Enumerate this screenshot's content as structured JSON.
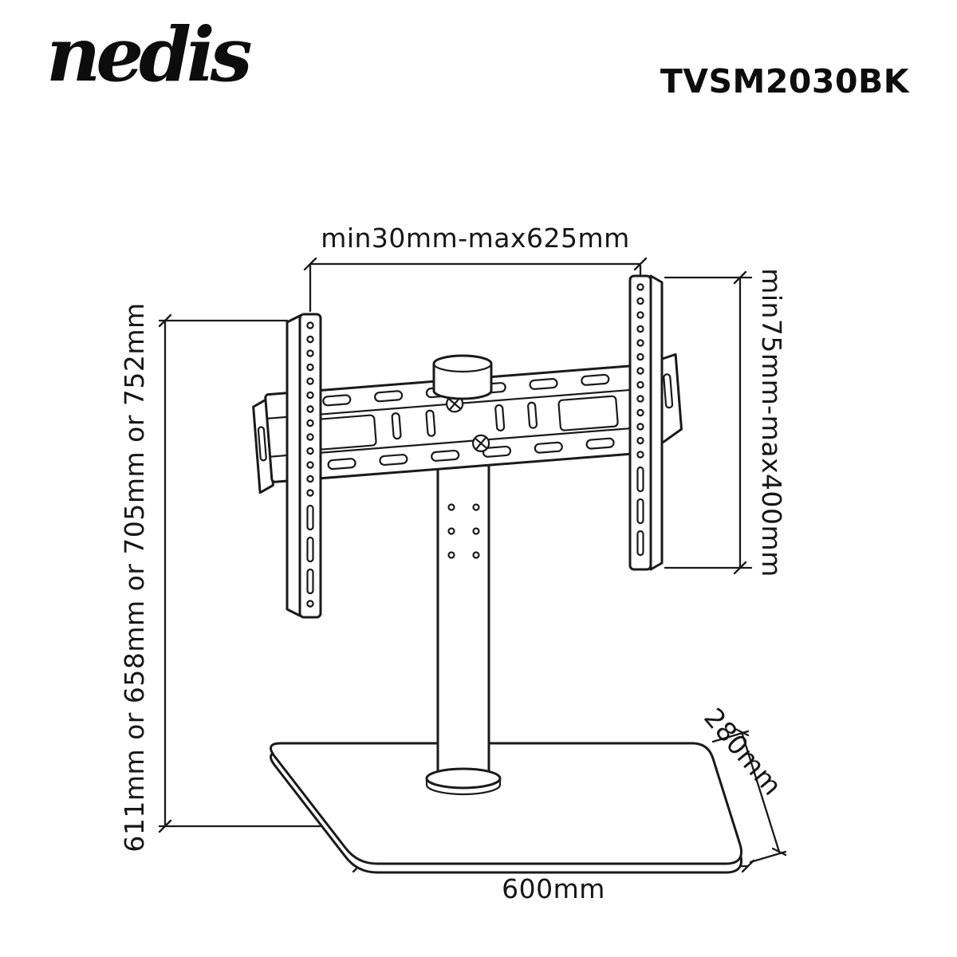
{
  "header": {
    "brand": "nedis",
    "model": "TVSM2030BK"
  },
  "diagram": {
    "labels": {
      "top_span": "min30mm-max625mm",
      "right_span": "min75mm-max400mm",
      "left_height": "611mm or 658mm or 705mm or 752mm",
      "base_width": "600mm",
      "base_depth": "280mm"
    },
    "colors": {
      "line": "#1a1a1a",
      "background": "#ffffff"
    }
  }
}
